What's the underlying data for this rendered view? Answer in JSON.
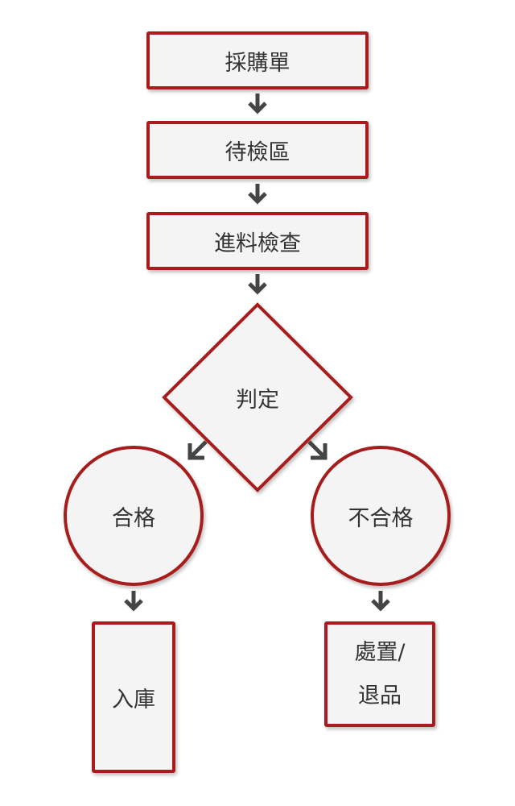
{
  "diagram": {
    "nodes": {
      "purchase_order": "採購單",
      "waiting_area": "待檢區",
      "incoming_inspection": "進料檢查",
      "decision": "判定",
      "pass": "合格",
      "fail": "不合格",
      "warehouse_in": "入庫",
      "dispose_line1": "處置/",
      "dispose_line2": "退品"
    },
    "colors": {
      "border": "#a71d1d",
      "fill": "#f4f4f4",
      "arrow": "#444444",
      "text": "#333333"
    }
  }
}
